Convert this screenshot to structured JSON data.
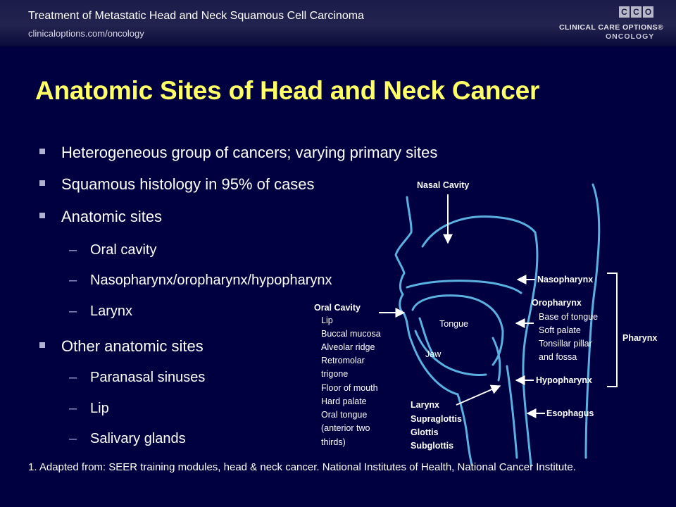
{
  "header": {
    "title": "Treatment of Metastatic Head and Neck Squamous Cell Carcinoma",
    "url": "clinicaloptions.com/oncology",
    "logo_letters": [
      "C",
      "C",
      "O"
    ],
    "logo_line1": "CLINICAL CARE OPTIONS®",
    "logo_line2": "ONCOLOGY"
  },
  "slide": {
    "title": "Anatomic Sites of Head and Neck Cancer",
    "bullets": [
      {
        "text": "Heterogeneous group of cancers; varying primary sites"
      },
      {
        "text": "Squamous histology in 95% of cases"
      },
      {
        "text": "Anatomic sites",
        "sub": [
          "Oral cavity",
          "Nasopharynx/oropharynx/hypopharynx",
          "Larynx"
        ]
      },
      {
        "text": "Other anatomic sites",
        "sub": [
          "Paranasal sinuses",
          "Lip",
          "Salivary glands"
        ]
      }
    ],
    "sub_marker": "–",
    "footnote": "1. Adapted from: SEER training modules, head & neck cancer. National Institutes of Health, National Cancer Institute."
  },
  "diagram": {
    "nasal_cavity": "Nasal Cavity",
    "tongue": "Tongue",
    "jaw": "Jaw",
    "oral_cavity": {
      "title": "Oral Cavity",
      "items": [
        "Lip",
        "Buccal mucosa",
        "Alveolar ridge",
        "Retromolar",
        "trigone",
        "Floor of mouth",
        "Hard palate",
        "Oral tongue",
        "(anterior two",
        "thirds)"
      ]
    },
    "larynx": {
      "title": "Larynx",
      "items": [
        "Supraglottis",
        "Glottis",
        "Subglottis"
      ]
    },
    "nasopharynx": "Nasopharynx",
    "oropharynx": {
      "title": "Oropharynx",
      "items": [
        "Base of tongue",
        "Soft palate",
        "Tonsillar pillar",
        "and fossa"
      ]
    },
    "hypopharynx": "Hypopharynx",
    "esophagus": "Esophagus",
    "pharynx": "Pharynx",
    "line_color": "#5ab0e0"
  }
}
